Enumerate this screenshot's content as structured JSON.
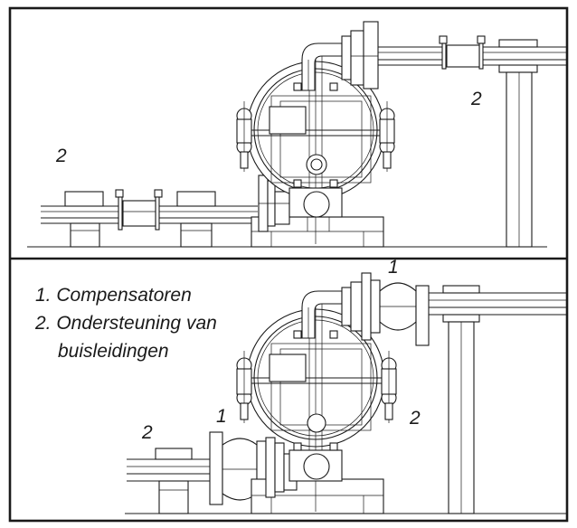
{
  "legend": {
    "item1": "1. Compensatoren",
    "item2_line1": "2. Ondersteuning van",
    "item2_line2": "buisleidingen"
  },
  "callouts": {
    "top_right_support": "2",
    "top_left_support": "2",
    "bottom_top_compensator": "1",
    "bottom_left_compensator": "1",
    "bottom_right_support": "2",
    "bottom_left_support": "2"
  }
}
